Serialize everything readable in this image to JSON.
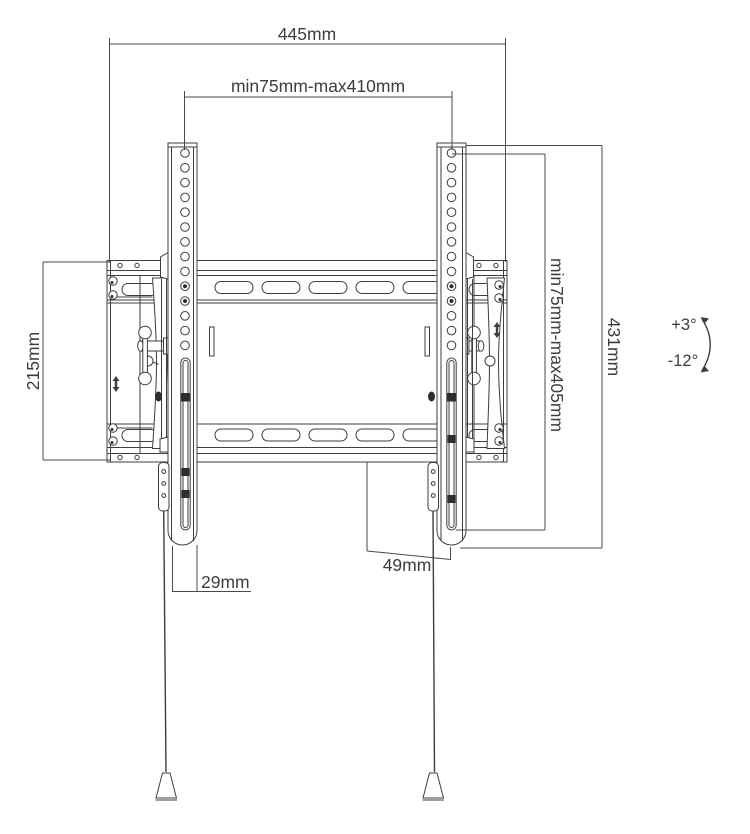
{
  "page": {
    "background": "#ffffff"
  },
  "drawing": {
    "type": "technical-dimension-diagram",
    "subject": "tilting TV wall-mount bracket, front view",
    "line_color": "#3e3e3e",
    "text_color": "#3d3d3d",
    "accent_black": "#2e2e2e"
  },
  "dimensions": {
    "width_overall": "445mm",
    "hole_width": "min75mm-max410mm",
    "plate_height": "215mm",
    "hole_height": "min75mm-max405mm",
    "rail_length": "431mm",
    "rail_width": "29mm",
    "bottom_gap": "49mm",
    "tilt_up": "+3°",
    "tilt_down": "-12°"
  }
}
